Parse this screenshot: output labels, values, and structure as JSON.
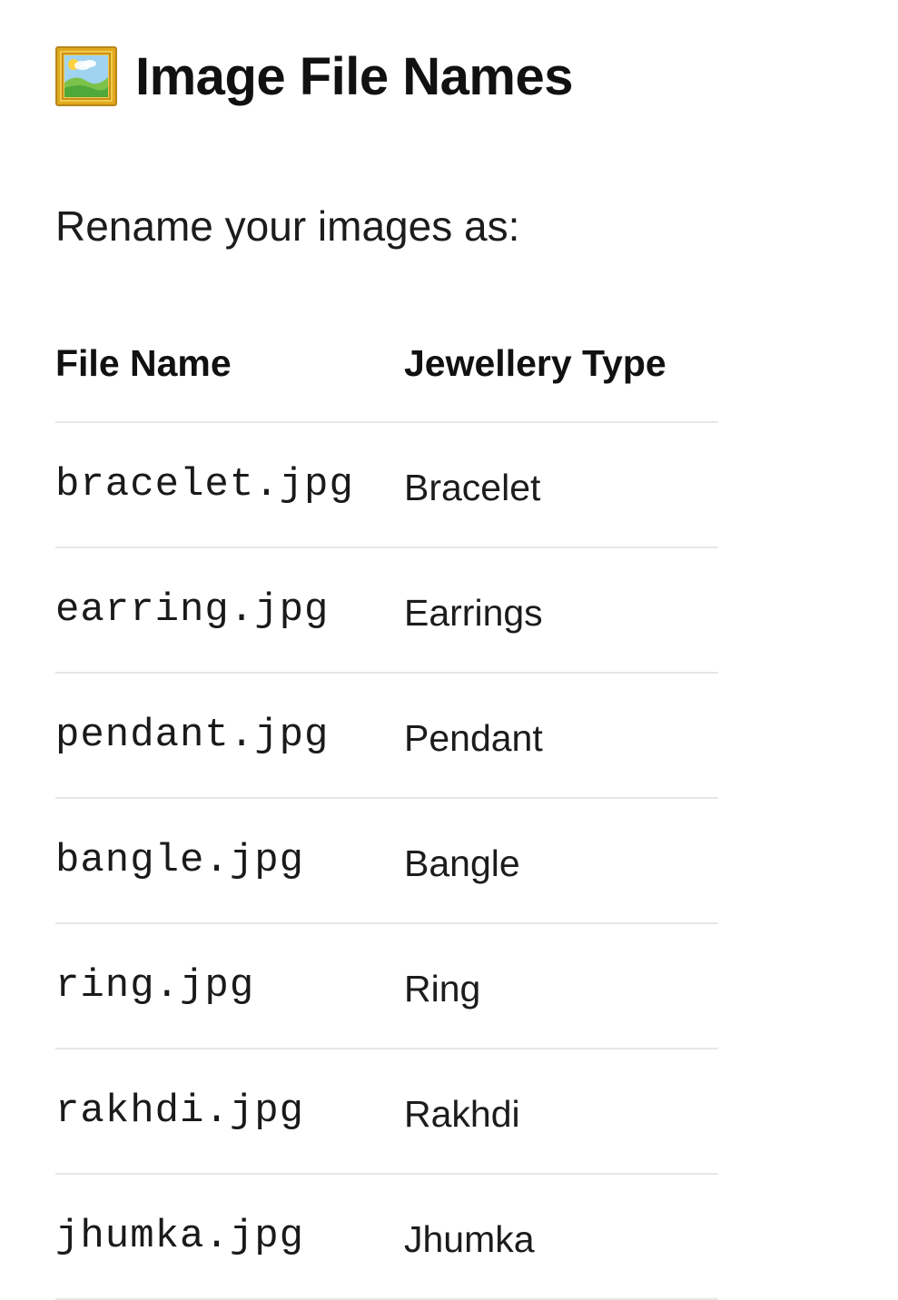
{
  "title": "Image File Names",
  "title_icon": "framed-picture-icon",
  "intro": "Rename your images as:",
  "table": {
    "headers": {
      "file_name": "File Name",
      "jewellery_type": "Jewellery Type"
    },
    "rows": [
      {
        "file": "bracelet.jpg",
        "type": "Bracelet"
      },
      {
        "file": "earring.jpg",
        "type": "Earrings"
      },
      {
        "file": "pendant.jpg",
        "type": "Pendant"
      },
      {
        "file": "bangle.jpg",
        "type": "Bangle"
      },
      {
        "file": "ring.jpg",
        "type": "Ring"
      },
      {
        "file": "rakhdi.jpg",
        "type": "Rakhdi"
      },
      {
        "file": "jhumka.jpg",
        "type": "Jhumka"
      }
    ]
  },
  "colors": {
    "text": "#1c1c1e",
    "divider": "#e6e6e6",
    "frame_gold": "#d9a521",
    "sky": "#8fc8ea",
    "grass": "#6cbf3e"
  }
}
